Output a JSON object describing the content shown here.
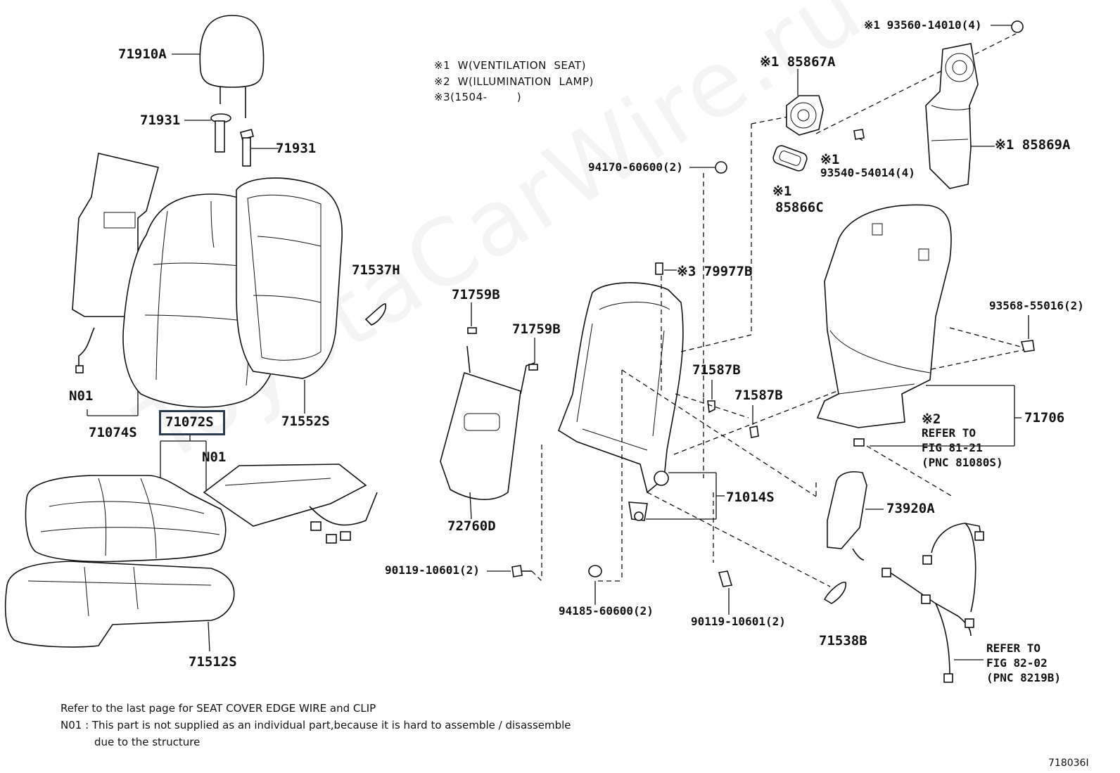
{
  "legend": [
    "※1  W(VENTILATION  SEAT)",
    "※2  W(ILLUMINATION  LAMP)",
    "※3(1504-        )"
  ],
  "labels": {
    "p71910A": "71910A",
    "p71931a": "71931",
    "p71931b": "71931",
    "p71074S": "71074S",
    "n01a": "N01",
    "p71072S": "71072S",
    "n01b": "N01",
    "p71552S": "71552S",
    "p71537H": "71537H",
    "p71512S": "71512S",
    "p71759Ba": "71759B",
    "p71759Bb": "71759B",
    "p72760D": "72760D",
    "p90119a": "90119-10601(2)",
    "p94185": "94185-60600(2)",
    "p90119b": "90119-10601(2)",
    "p94170": "94170-60600(2)",
    "p79977B": "※3 79977B",
    "p71587Ba": "71587B",
    "p71587Bb": "71587B",
    "p71014S": "71014S",
    "p93560": "※1 93560-14010(4)",
    "p85867A": "※1 85867A",
    "p85866C_mark": "※1",
    "p85866C": "85866C",
    "p93540_mark": "※1",
    "p93540": "93540-54014(4)",
    "p85869A": "※1 85869A",
    "p93568": "93568-55016(2)",
    "p71706": "71706",
    "refer1_mark": "※2",
    "refer1_a": "REFER TO",
    "refer1_b": "FIG 81-21",
    "refer1_c": "(PNC 81080S)",
    "p73920A": "73920A",
    "p71538B": "71538B",
    "refer2_a": "REFER TO",
    "refer2_b": "FIG 82-02",
    "refer2_c": "(PNC 8219B)"
  },
  "notes": {
    "line1": "Refer to the last page for SEAT COVER EDGE WIRE and CLIP",
    "line2": "N01 : This part is not supplied as an individual part,because it is hard to assemble / disassemble",
    "line3": "due to the structure"
  },
  "figure_id": "718036I",
  "watermark": "ToyotaCarWire.ru",
  "highlight_color": "#2b3b4e"
}
